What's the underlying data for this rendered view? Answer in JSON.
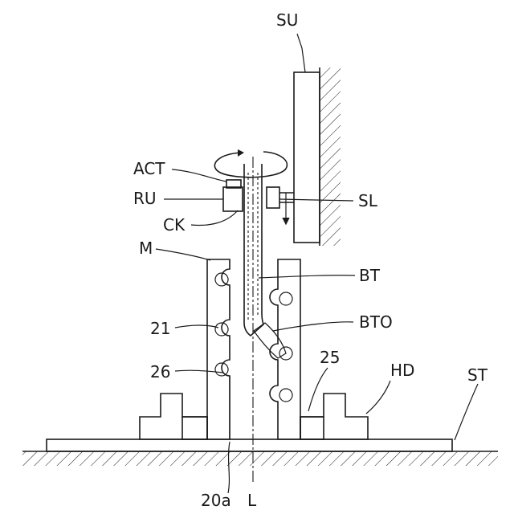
{
  "labels": {
    "su": "SU",
    "act": "ACT",
    "ru": "RU",
    "sl": "SL",
    "ck": "CK",
    "m": "M",
    "bt": "BT",
    "bto": "BTO",
    "n21": "21",
    "n26": "26",
    "n25": "25",
    "hd": "HD",
    "st": "ST",
    "n20a": "20a",
    "l": "L"
  }
}
